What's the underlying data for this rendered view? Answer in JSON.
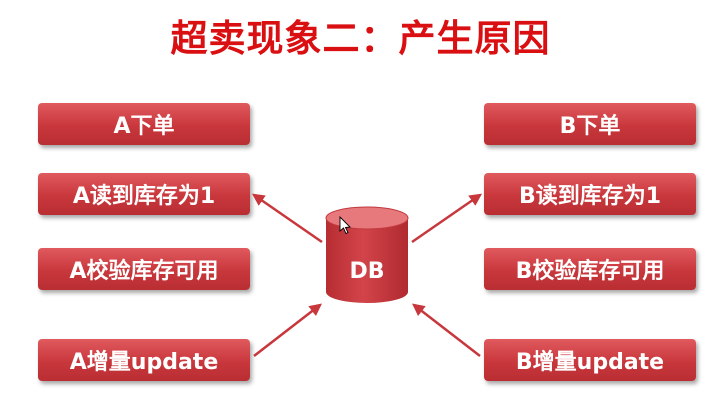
{
  "title": "超卖现象二：产生原因",
  "left": {
    "order": "A下单",
    "read": "A读到库存为1",
    "check": "A校验库存可用",
    "update": "A增量update"
  },
  "right": {
    "order": "B下单",
    "read": "B读到库存为1",
    "check": "B校验库存可用",
    "update": "B增量update"
  },
  "db": "DB",
  "colors": {
    "title": "#d90f12",
    "box": "#c8373c",
    "arrow": "#c8373c"
  }
}
